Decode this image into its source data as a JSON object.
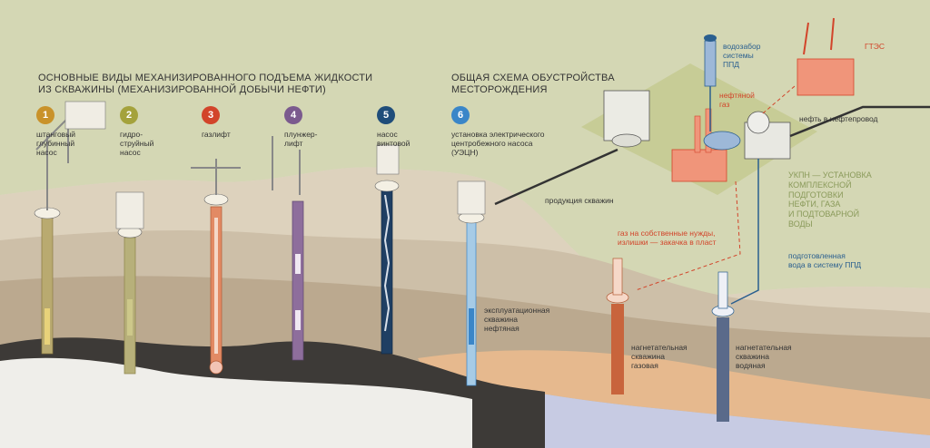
{
  "titles": {
    "methods": "ОСНОВНЫЕ ВИДЫ МЕХАНИЗИРОВАННОГО ПОДЪЕМА ЖИДКОСТИ\nИЗ СКВАЖИНЫ (МЕХАНИЗИРОВАННОЙ ДОБЫЧИ НЕФТИ)",
    "field": "ОБЩАЯ СХЕМА ОБУСТРОЙСТВА\nМЕСТОРОЖДЕНИЯ"
  },
  "methods": [
    {
      "num": "1",
      "label": "штанговый\nглубинный\nнасос",
      "color": "#c9922a"
    },
    {
      "num": "2",
      "label": "гидро-\nструйный\nнасос",
      "color": "#a4a23c"
    },
    {
      "num": "3",
      "label": "газлифт",
      "color": "#d2442a"
    },
    {
      "num": "4",
      "label": "плунжер-\nлифт",
      "color": "#7b5a8e"
    },
    {
      "num": "5",
      "label": "насос\nвинтовой",
      "color": "#1f4d7a"
    },
    {
      "num": "6",
      "label": "установка электрического\nцентробежного насоса\n(УЭЦН)",
      "color": "#3a86c8"
    }
  ],
  "labels": {
    "water_intake": "водозабор\nсистемы\nППД",
    "gtes": "ГТЭС",
    "oil_gas": "нефтяной\nгаз",
    "oil_pipeline": "нефть в нефтепровод",
    "uknp": "УКПН — УСТАНОВКА\nКОМПЛЕКСНОЙ\nПОДГОТОВКИ\nНЕФТИ, ГАЗА\nИ ПОДТОВАРНОЙ\nВОДЫ",
    "production": "продукция скважин",
    "gas_needs": "газ на собственные нужды,\nизлишки — закачка в пласт",
    "water_ppd": "подготовленная\nвода в систему ППД",
    "exploit_well": "эксплуатационная\nскважина\nнефтяная",
    "gas_inj": "нагнетательная\nскважина\nгазовая",
    "water_inj": "нагнетательная\nскважина\nводяная"
  },
  "colors": {
    "sky": "#dcdcc8",
    "plateau": "#cfd3ae",
    "ground_top": "#d8ccb6",
    "layer_mid": "#c9baa2",
    "layer_low": "#b5a48c",
    "rock": "#3a3735",
    "oil": "#e8b98a",
    "water_zone": "#c6cbe6",
    "accent_red": "#d2442a",
    "accent_blue": "#2a5f8f"
  }
}
